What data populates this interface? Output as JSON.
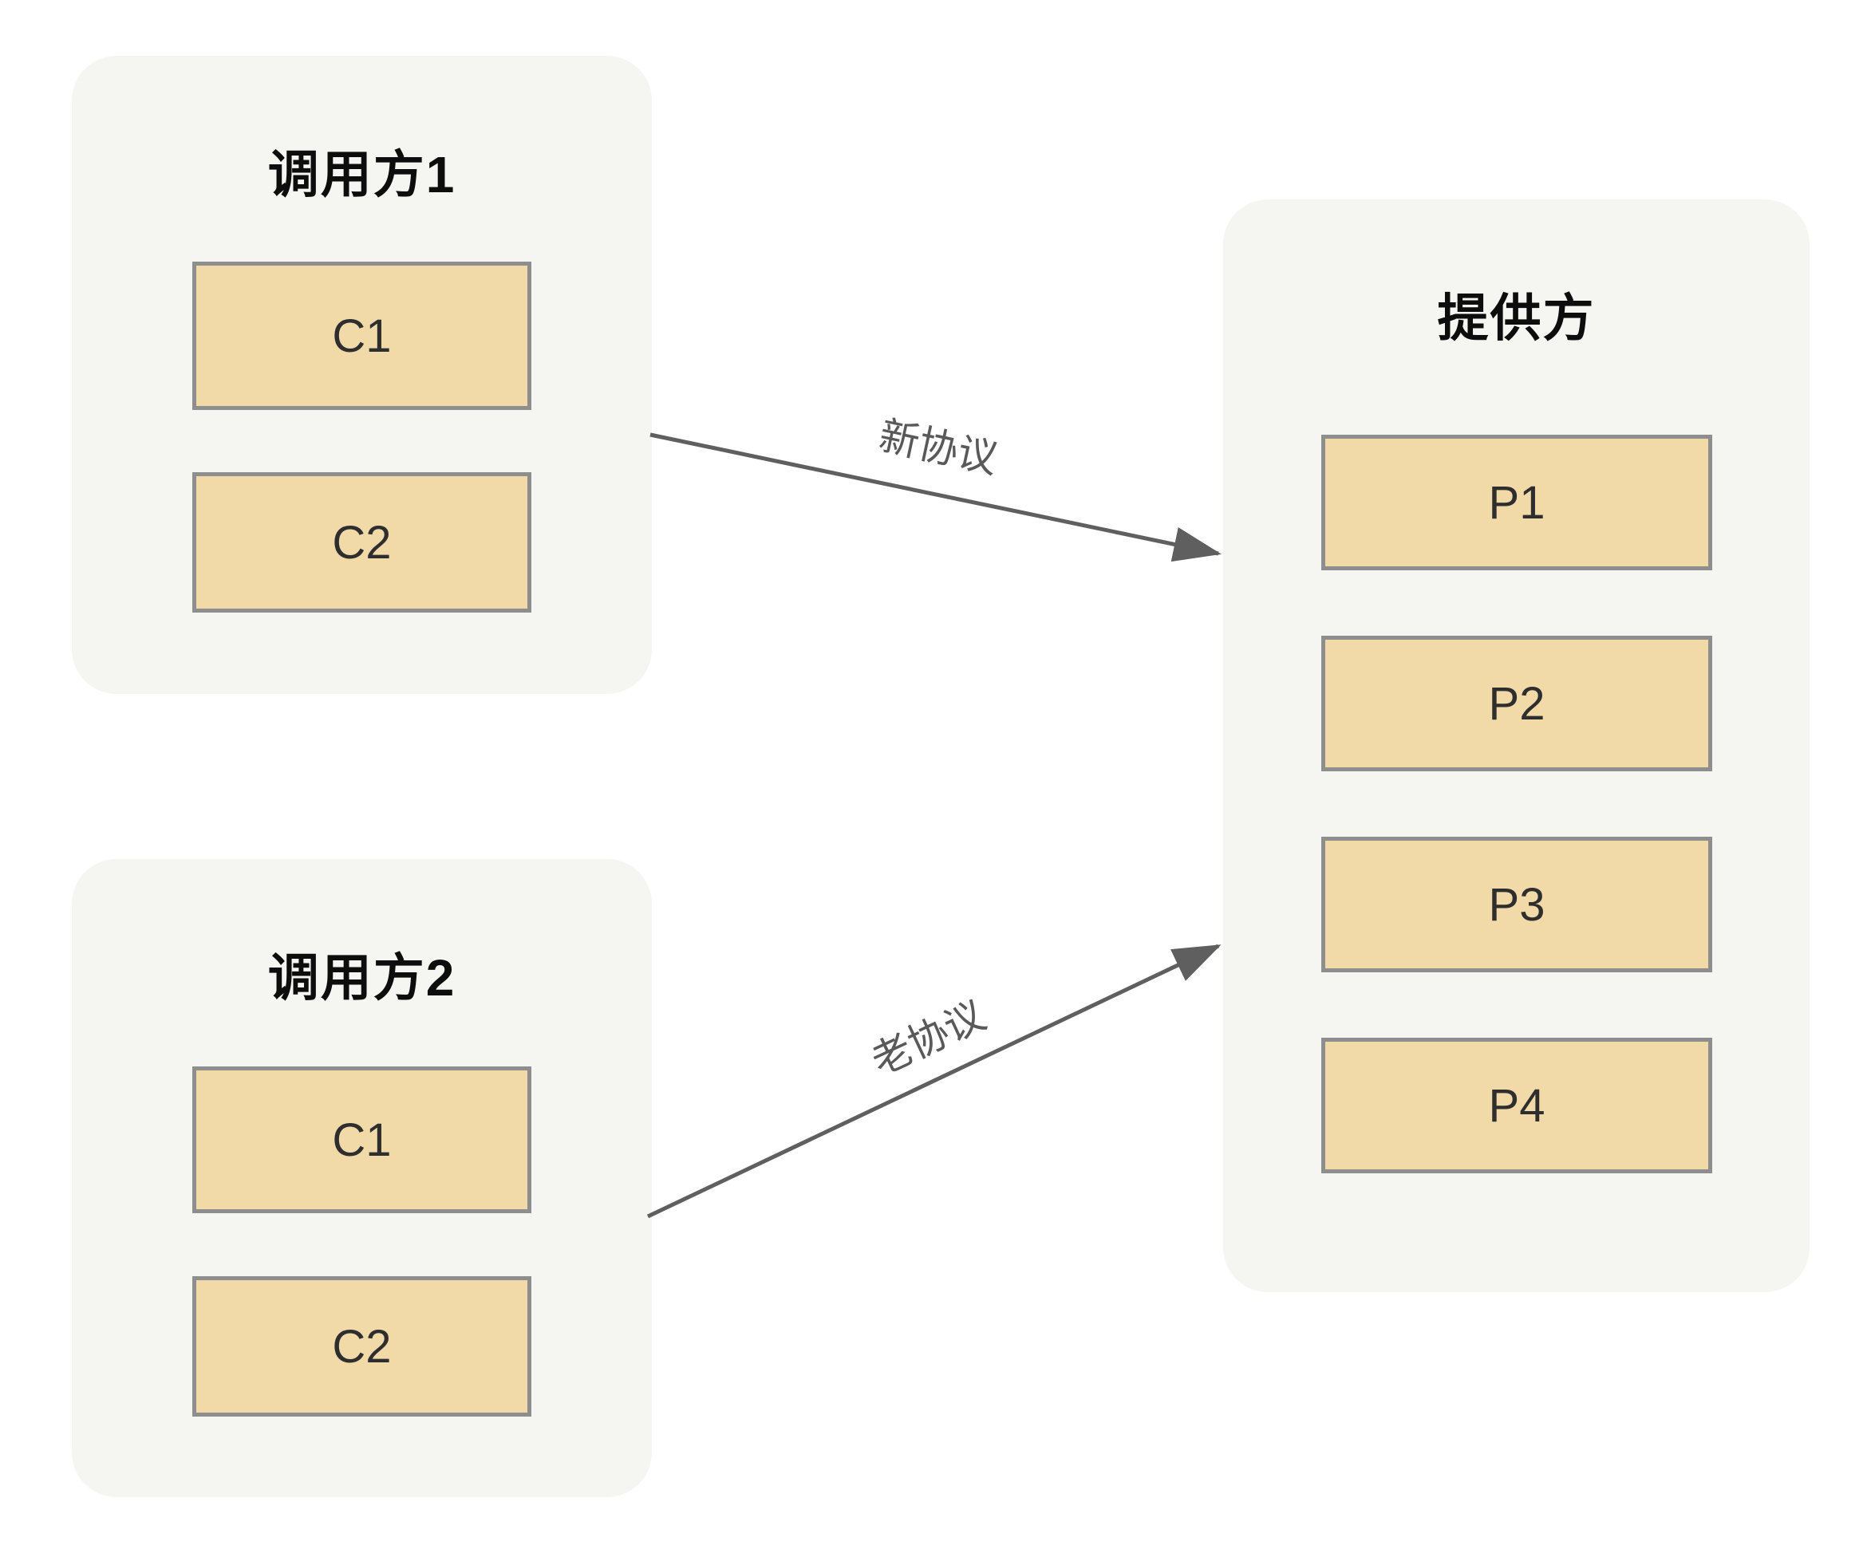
{
  "diagram": {
    "background_color": "#ffffff",
    "colors": {
      "group_fill": "#f5f5f2",
      "node_fill": "#f2d9a8",
      "node_border": "#8e8e8e",
      "arrow": "#5f5f5f",
      "title_text": "#0d0d0d",
      "node_text": "#2e2e2e",
      "arrow_label_text": "#595959"
    },
    "groups": {
      "caller1": {
        "title": "调用方1",
        "nodes": [
          {
            "label": "C1"
          },
          {
            "label": "C2"
          }
        ]
      },
      "caller2": {
        "title": "调用方2",
        "nodes": [
          {
            "label": "C1"
          },
          {
            "label": "C2"
          }
        ]
      },
      "provider": {
        "title": "提供方",
        "nodes": [
          {
            "label": "P1"
          },
          {
            "label": "P2"
          },
          {
            "label": "P3"
          },
          {
            "label": "P4"
          }
        ]
      }
    },
    "arrows": [
      {
        "label": "新协议",
        "from": "调用方1",
        "to": "提供方"
      },
      {
        "label": "老协议",
        "from": "调用方2",
        "to": "提供方"
      }
    ]
  }
}
